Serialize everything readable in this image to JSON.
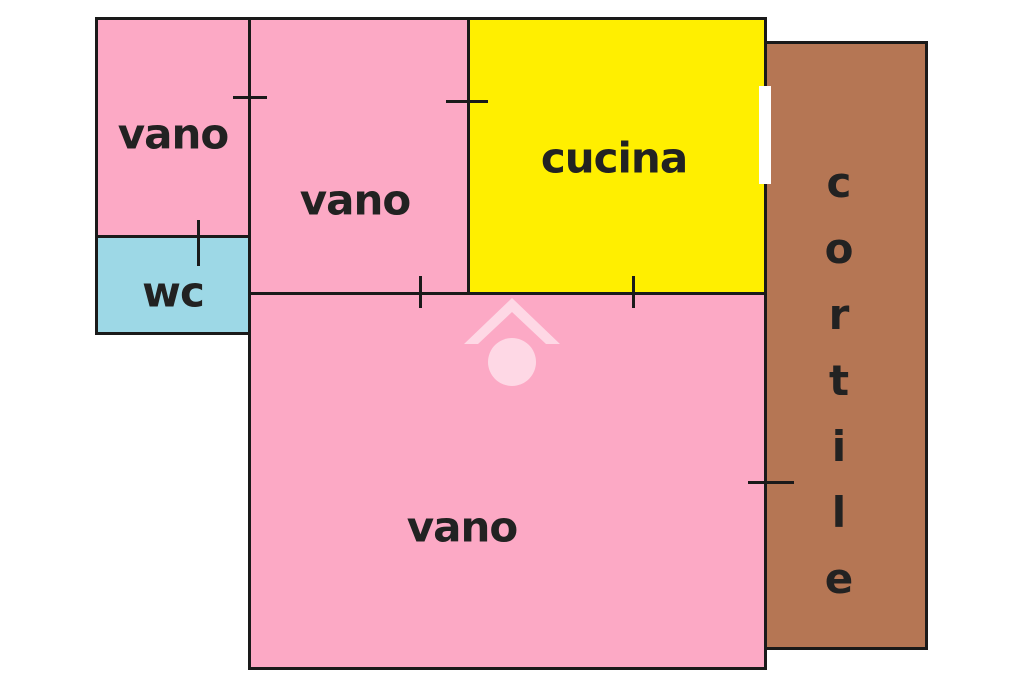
{
  "floor_plan": {
    "rooms": [
      {
        "id": "vano-top-left",
        "label": "vano",
        "color": "#FCA9C5"
      },
      {
        "id": "wc",
        "label": "wc",
        "color": "#9DD8E6"
      },
      {
        "id": "vano-top-middle",
        "label": "vano",
        "color": "#FCA9C5"
      },
      {
        "id": "cucina",
        "label": "cucina",
        "color": "#FFEF00"
      },
      {
        "id": "vano-large",
        "label": "vano",
        "color": "#FCA9C5"
      },
      {
        "id": "cortile",
        "label": "cortile",
        "color": "#B57654"
      }
    ],
    "cortile_letters": [
      "c",
      "o",
      "r",
      "t",
      "i",
      "l",
      "e"
    ],
    "wall_color": "#1a1a1a",
    "watermark_icon": "house-logo-icon"
  }
}
